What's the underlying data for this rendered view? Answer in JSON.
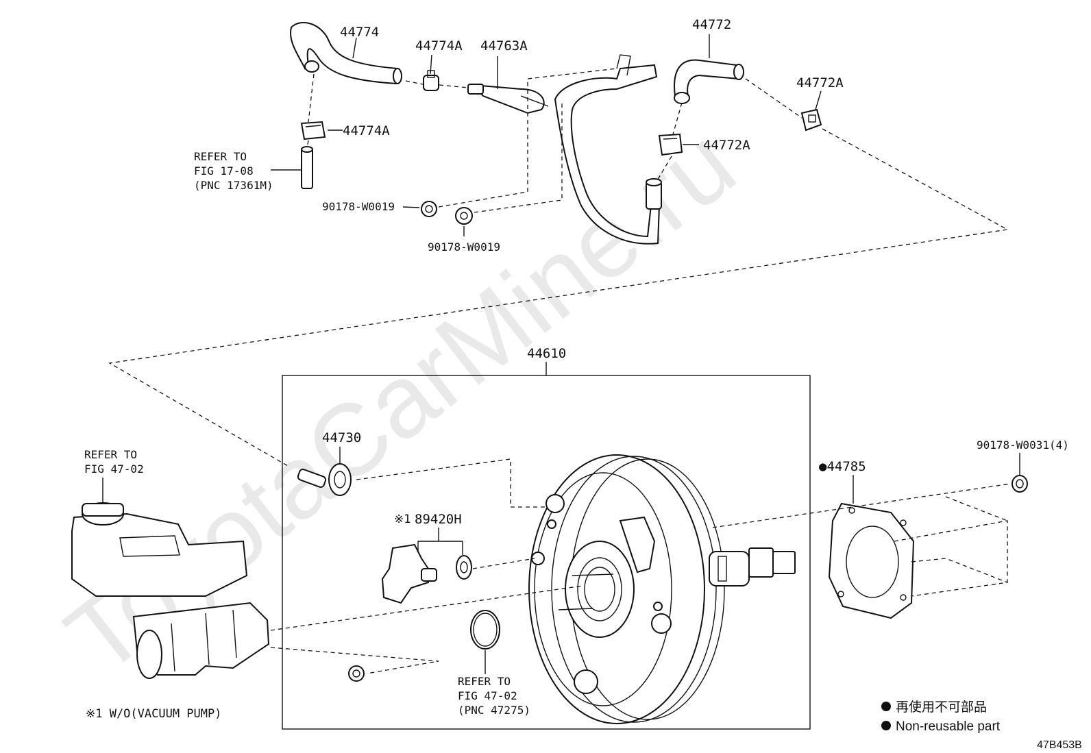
{
  "watermark": "ToyotaCarMine.ru",
  "figure_code": "47B453B",
  "labels": {
    "p44774": "44774",
    "p44774A_top": "44774A",
    "p44763A": "44763A",
    "p44772": "44772",
    "p44772A_right": "44772A",
    "p44774A_mid": "44774A",
    "p44772A_mid": "44772A",
    "nut_left": "90178-W0019",
    "nut_right": "90178-W0019",
    "p44610": "44610",
    "p44730": "44730",
    "p89420H_prefix": "※1",
    "p89420H": "89420H",
    "p44785": "●44785",
    "nut_bolt": "90178-W0031(4)"
  },
  "refs": {
    "ref_17_08": [
      "REFER TO",
      "FIG 17-08",
      "(PNC 17361M)"
    ],
    "ref_47_02_left": [
      "REFER TO",
      "FIG 47-02"
    ],
    "ref_47_02_bottom": [
      "REFER TO",
      "FIG 47-02",
      "(PNC 47275)"
    ]
  },
  "note": "※1 W/O(VACUUM PUMP)",
  "legend": {
    "jp": "再使用不可部品",
    "en": "Non-reusable part"
  }
}
